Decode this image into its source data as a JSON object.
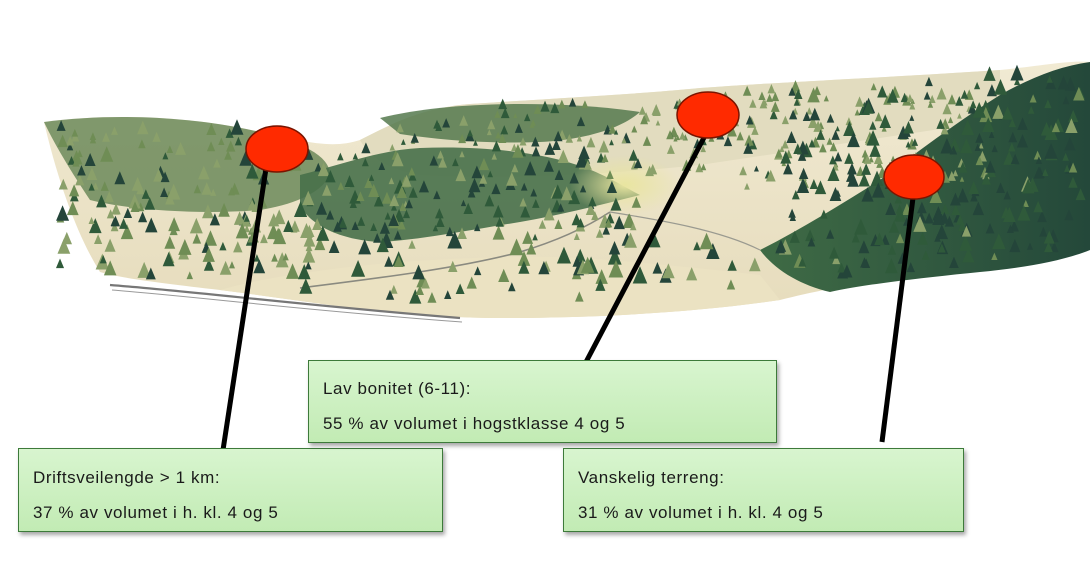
{
  "illustration": {
    "subject": "forest-valley-landscape",
    "colors": {
      "marker_fill": "#ff2a00",
      "marker_stroke": "#7a1400",
      "leader": "#000000",
      "box_fill": "#c8eebb",
      "box_border": "#3d7a3a",
      "conifer_dark": "#2f5a3a",
      "conifer_light": "#6f8d55",
      "ground": "#eee6cc"
    }
  },
  "callouts": [
    {
      "id": "road",
      "line1": "Driftsveilengde > 1 km:",
      "line2": "37 % av volumet i h. kl. 4 og 5"
    },
    {
      "id": "site",
      "line1": "Lav bonitet (6-11):",
      "line2": "55 % av volumet i hogstklasse 4 og 5"
    },
    {
      "id": "terrain",
      "line1": "Vanskelig terreng:",
      "line2": "31 % av volumet i h. kl. 4 og 5"
    }
  ]
}
